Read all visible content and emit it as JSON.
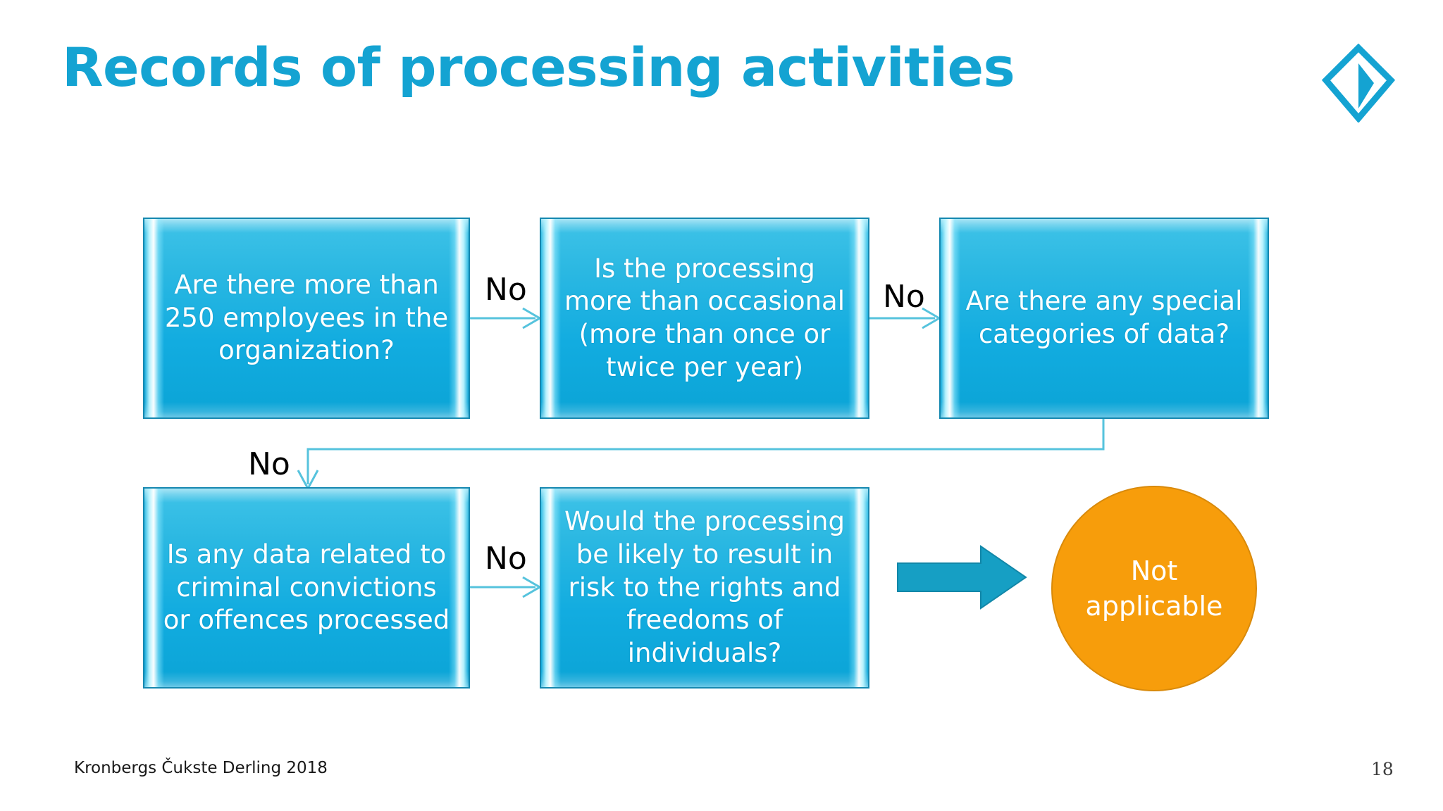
{
  "slide": {
    "title": "Records of processing activities",
    "accent_color": "#14a3d2",
    "box_fill_color": "#12ace0",
    "result_color": "#f79d0b",
    "page_number": "18",
    "footer_credit": "Kronbergs Čukste Derling 2018"
  },
  "logo": {
    "name": "kite-diamond-logo",
    "color": "#14a3d2"
  },
  "flowchart": {
    "boxes": [
      {
        "id": "employees",
        "text": "Are there more than 250 employees in the organization?"
      },
      {
        "id": "occasional",
        "text": "Is the processing more than occasional (more than once or twice per year)"
      },
      {
        "id": "special",
        "text": "Are there any special categories of data?"
      },
      {
        "id": "criminal",
        "text": "Is any data related to criminal convictions or offences processed"
      },
      {
        "id": "risk",
        "text": "Would the processing be likely to result in risk to the rights and freedoms of individuals?"
      }
    ],
    "edge_labels": [
      {
        "id": "no-1",
        "text": "No"
      },
      {
        "id": "no-2",
        "text": "No"
      },
      {
        "id": "no-3",
        "text": "No"
      },
      {
        "id": "no-4",
        "text": "No"
      }
    ],
    "result": {
      "id": "not-applicable",
      "line1": "Not",
      "line2": "applicable"
    }
  }
}
